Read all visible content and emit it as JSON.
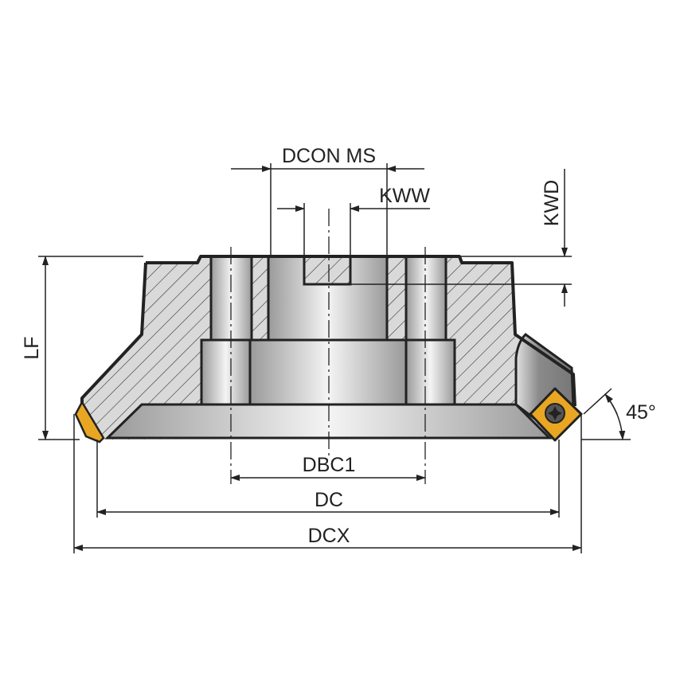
{
  "title": "Face mill cutter dimension drawing",
  "labels": {
    "dcon_ms": "DCON MS",
    "kww": "KWW",
    "kwd": "KWD",
    "lf": "LF",
    "dbc1": "DBC1",
    "dc": "DC",
    "dcx": "DCX",
    "angle": "45°"
  },
  "colors": {
    "outline": "#222222",
    "body": "#d9d9d9",
    "insert": "#e8a623",
    "pocket": "#8c8c8c"
  }
}
